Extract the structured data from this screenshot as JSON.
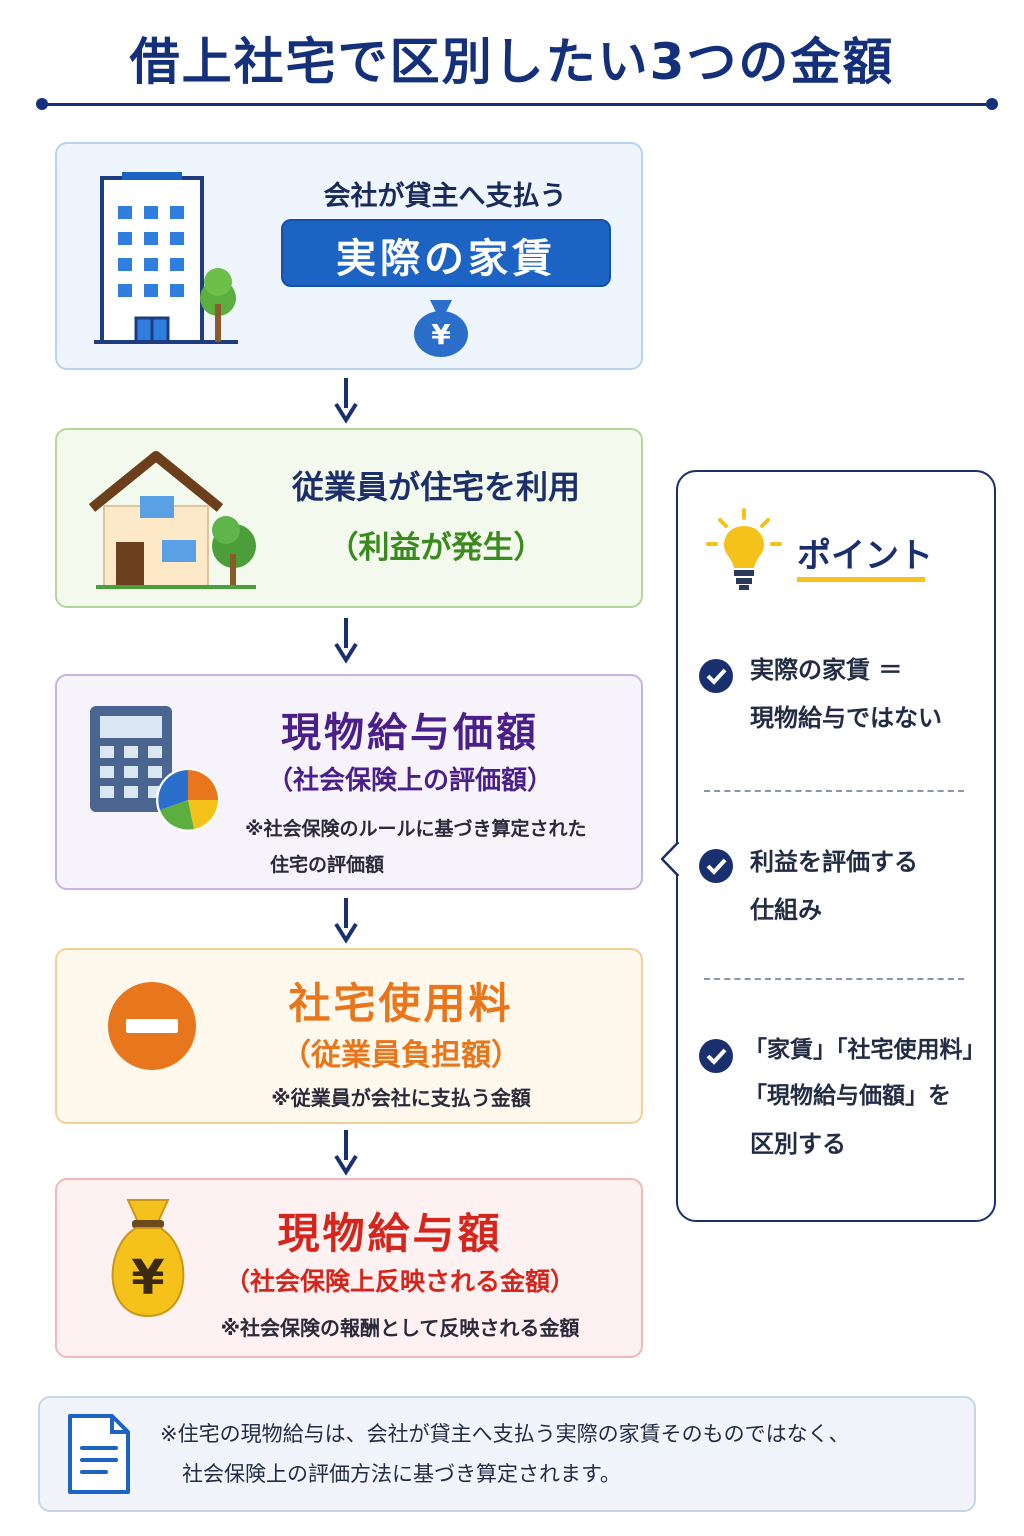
{
  "title": "借上社宅で区別したい3つの金額",
  "colors": {
    "navy": "#14307a",
    "blue_accent": "#1d63c4",
    "purple": "#4b1f8a",
    "orange": "#e8761c",
    "red": "#d4261c",
    "gold": "#f5c21b"
  },
  "steps": [
    {
      "icon": "office-building-icon",
      "subtitle": "会社が貸主へ支払う",
      "label": "実際の家賃",
      "sub_icon": "yen-bag-icon"
    },
    {
      "icon": "house-icon",
      "title": "従業員が住宅を利用",
      "subtitle": "（利益が発生）"
    },
    {
      "icon": "calculator-chart-icon",
      "title": "現物給与価額",
      "subtitle": "（社会保険上の評価額）",
      "note_line1": "※社会保険のルールに基づき算定された",
      "note_line2": "住宅の評価額"
    },
    {
      "icon": "minus-circle-icon",
      "title": "社宅使用料",
      "subtitle": "（従業員負担額）",
      "note": "※従業員が会社に支払う金額"
    },
    {
      "icon": "yen-money-bag-icon",
      "title": "現物給与額",
      "subtitle": "（社会保険上反映される金額）",
      "note": "※社会保険の報酬として反映される金額"
    }
  ],
  "point": {
    "icon": "lightbulb-icon",
    "heading": "ポイント",
    "items": [
      {
        "line1": "実際の家賃 ＝",
        "line2": "現物給与ではない"
      },
      {
        "line1": "利益を評価する",
        "line2": "仕組み"
      },
      {
        "line1": "「家賃」「社宅使用料」",
        "line2": "「現物給与価額」を",
        "line3": "区別する"
      }
    ]
  },
  "footer": {
    "icon": "document-icon",
    "line1": "※住宅の現物給与は、会社が貸主へ支払う実際の家賃そのものではなく、",
    "line2": "社会保険上の評価方法に基づき算定されます。"
  }
}
